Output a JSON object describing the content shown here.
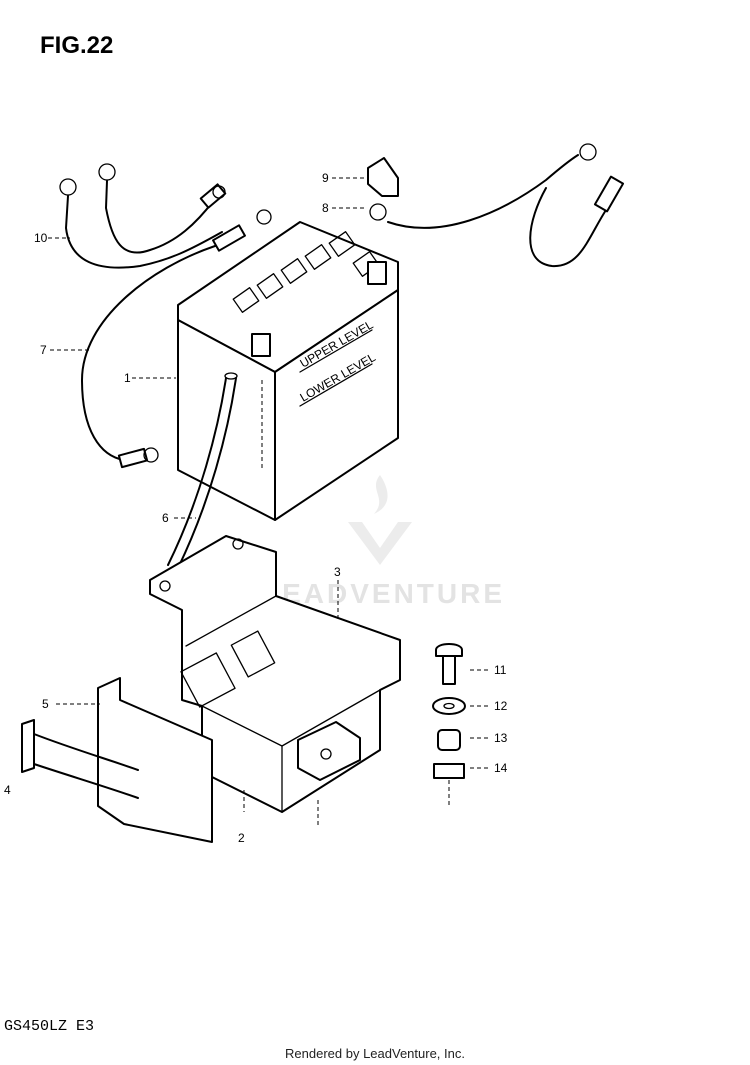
{
  "figure": {
    "title": "FIG.22"
  },
  "callouts": [
    {
      "id": "1",
      "label": "1"
    },
    {
      "id": "2",
      "label": "2"
    },
    {
      "id": "3",
      "label": "3"
    },
    {
      "id": "4",
      "label": "4"
    },
    {
      "id": "5",
      "label": "5"
    },
    {
      "id": "6",
      "label": "6"
    },
    {
      "id": "7",
      "label": "7"
    },
    {
      "id": "8",
      "label": "8"
    },
    {
      "id": "9",
      "label": "9"
    },
    {
      "id": "10",
      "label": "10"
    },
    {
      "id": "11",
      "label": "11"
    },
    {
      "id": "12",
      "label": "12"
    },
    {
      "id": "13",
      "label": "13"
    },
    {
      "id": "14",
      "label": "14"
    }
  ],
  "battery": {
    "upper_mark": "UPPER LEVEL",
    "lower_mark": "LOWER LEVEL"
  },
  "model_code": "GS450LZ E3",
  "watermark": {
    "text": "LEADVENTURE",
    "color": "#e3e3e3"
  },
  "footer": {
    "credit": "Rendered by LeadVenture, Inc."
  }
}
